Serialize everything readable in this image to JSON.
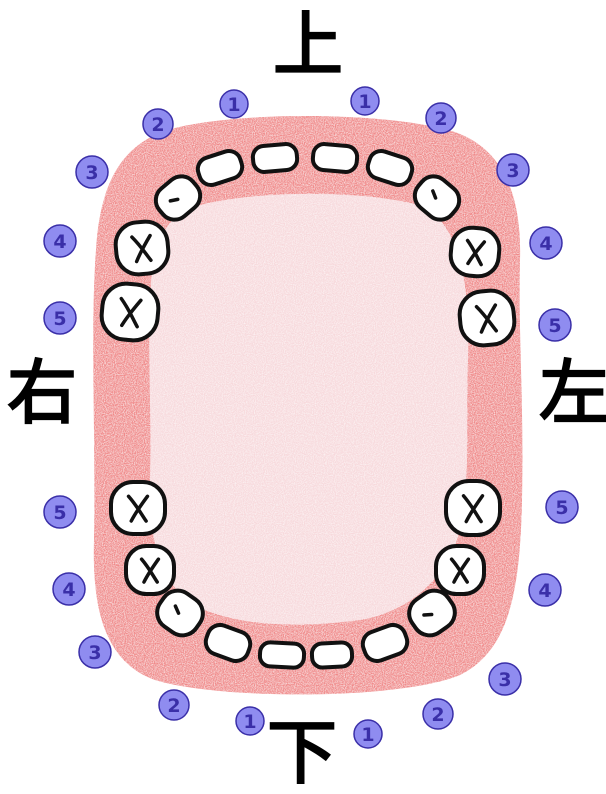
{
  "labels": {
    "top": "上",
    "bottom": "下",
    "right_side": "右",
    "left_side": "左"
  },
  "tooth_numbers": {
    "upper_right": [
      "1",
      "2",
      "3",
      "4",
      "5"
    ],
    "upper_left": [
      "1",
      "2",
      "3",
      "4",
      "5"
    ],
    "lower_right": [
      "5",
      "4",
      "3",
      "2",
      "1"
    ],
    "lower_left": [
      "5",
      "4",
      "3",
      "2",
      "1"
    ]
  },
  "colors": {
    "gum": "#f08a8a",
    "palate": "#f7d9dc",
    "tooth": "#ffffff",
    "tooth_outline": "#111111",
    "number_circle": "#8f8cf0",
    "number_text": "#3a2fa8"
  }
}
